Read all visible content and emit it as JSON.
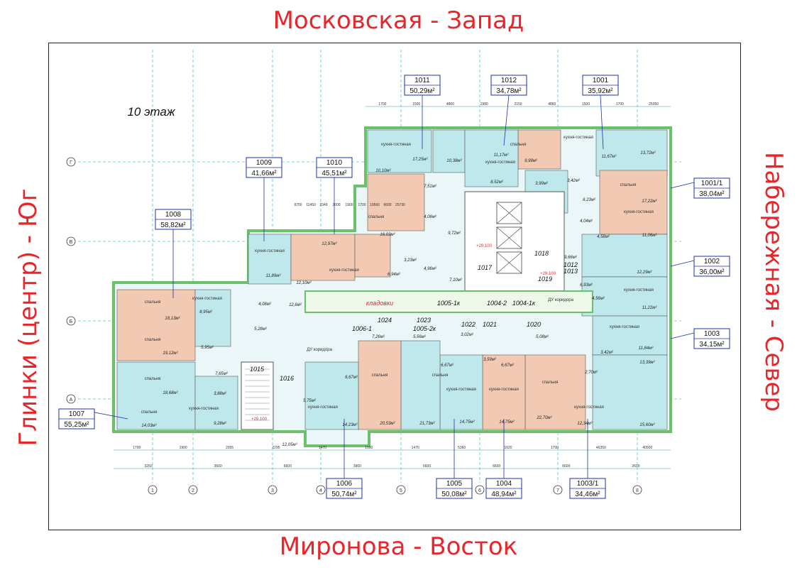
{
  "directions": {
    "top": "Московская - Запад",
    "bottom": "Миронова - Восток",
    "left": "Глинки (центр) - Юг",
    "right": "Набережная - Север"
  },
  "floor_label": "10 этаж",
  "colors": {
    "label_red": "#e8262a",
    "room_salmon": "#f2c9b3",
    "room_cyan": "#bfe8ec",
    "wall_green": "#6ac16a",
    "axis_cyan": "#46c9d4",
    "label_blue": "#1c2fb0"
  },
  "apartments": [
    {
      "num": "1011",
      "area": "50,29м²"
    },
    {
      "num": "1012",
      "area": "34,78м²"
    },
    {
      "num": "1001",
      "area": "35,92м²"
    },
    {
      "num": "1009",
      "area": "41,66м²"
    },
    {
      "num": "1010",
      "area": "45,51м²"
    },
    {
      "num": "1001/1",
      "area": "38,04м²"
    },
    {
      "num": "1008",
      "area": "58,82м²"
    },
    {
      "num": "1002",
      "area": "36,00м²"
    },
    {
      "num": "1003",
      "area": "34,15м²"
    },
    {
      "num": "1007",
      "area": "55,25м²"
    },
    {
      "num": "1006",
      "area": "50,74м²"
    },
    {
      "num": "1005",
      "area": "50,08м²"
    },
    {
      "num": "1004",
      "area": "48,94м²"
    },
    {
      "num": "1003/1",
      "area": "34,46м²"
    }
  ],
  "room_labels": {
    "bedroom": "спальня",
    "kitchen_living": "кухня-гостиная",
    "storage": "кладовки",
    "corridor": "ДУ коридора",
    "elevation": "+29,100"
  },
  "room_areas": [
    "17,25м²",
    "10,38м²",
    "10,10м²",
    "11,17м²",
    "9,99м²",
    "11,67м²",
    "13,72м²",
    "7,51м²",
    "8,52м²",
    "3,99м²",
    "3,42м²",
    "17,22м²",
    "6,23м²",
    "4,04м²",
    "4,58м²",
    "11,06м²",
    "16,03м²",
    "9,72м²",
    "4,06м²",
    "4,96м²",
    "6,94м²",
    "3,23м²",
    "7,10м²",
    "9,66м²",
    "12,29м²",
    "12,97м²",
    "11,89м²",
    "12,10м²",
    "6,93м²",
    "4,56м²",
    "11,22м²",
    "18,13м²",
    "8,95м²",
    "4,08м²",
    "12,6м²",
    "5,28м²",
    "5,95м²",
    "19,12м²",
    "7,26м²",
    "5,56м²",
    "3,02м²",
    "5,08м²",
    "11,84м²",
    "3,42м²",
    "13,39м²",
    "7,65м²",
    "3,88м²",
    "5,75м²",
    "6,67м²",
    "6,67м²",
    "3,59м²",
    "6,67м²",
    "2,70м²",
    "18,68м²",
    "9,28м²",
    "14,03м²",
    "14,23м²",
    "20,53м²",
    "21,73м²",
    "14,75м²",
    "14,75м²",
    "22,70м²",
    "12,34м²",
    "15,60м²",
    "12,05м²"
  ],
  "small_numbers": [
    "1017",
    "1018",
    "1019",
    "1012",
    "1013",
    "1005-1к",
    "1004-2",
    "1004-1к",
    "1006-1",
    "1005-2к",
    "1024",
    "1023",
    "1022",
    "1021",
    "1020",
    "1015",
    "1016"
  ],
  "axis_letters": [
    "Г",
    "В",
    "Б",
    "А"
  ],
  "axis_numbers": [
    "1",
    "2",
    "3",
    "4",
    "5",
    "6",
    "7",
    "8"
  ],
  "dims_top": [
    "1700",
    "1500",
    "4860",
    "1980",
    "2150",
    "4860",
    "1500",
    "1700",
    "25050"
  ],
  "dims_bottom": [
    "1700",
    "1900",
    "2055",
    "2295",
    "1470",
    "1500",
    "1470",
    "5360",
    "1620",
    "1700",
    "46350",
    "40500"
  ],
  "dims_bottom2": [
    "3250",
    "3600",
    "6600",
    "3900",
    "6600",
    "6600",
    "6600",
    "2600"
  ],
  "dims_mid": [
    "9750",
    "11450",
    "2349",
    "3000",
    "1900",
    "1700",
    "19560",
    "6600",
    "25730"
  ]
}
